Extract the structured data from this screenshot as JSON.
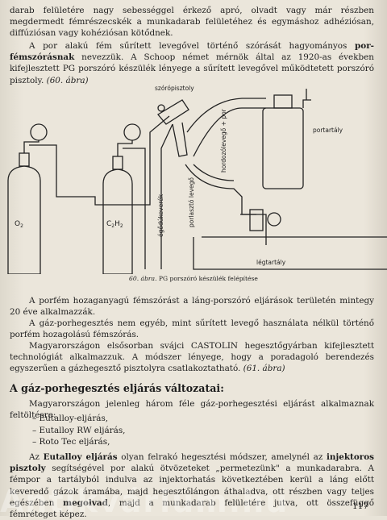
{
  "paragraphs": {
    "p1": "darab felületére nagy sebességgel érkező apró, olvadt vagy már részben megdermedt fémrészecskék a munkadarab felületéhez és egymáshoz adhéziósan, diffúziósan vagy kohéziósan kötődnek.",
    "p2_a": "A por alakú fém sűrített levegővel történő szórását hagyományos ",
    "p2_b": "por-fémszórásnak",
    "p2_c": " nevezzük. A Schoop német mérnök által az 1920-as években kifejlesztett PG porszóró készülék lényege a sűrített levegővel működtetett porszóró pisztoly. ",
    "p2_d": "(60. ábra)",
    "p3": "A porfém hozaganyagú fémszórást a láng-porszóró eljárások területén mintegy 20 éve alkalmazzák.",
    "p4": "A gáz-porhegesztés nem egyéb, mint sűrített levegő használata nélkül történő porfém hozagolású fémszórás.",
    "p5_a": "Magyarországon elsősorban svájci CASTOLIN hegesztőgyárban kifejlesztett technológiát alkalmazzuk. A módszer lényege, hogy a poradagoló berendezés egyszerűen a gázhegesztő pisztolyra csatlakoztatható. ",
    "p5_b": "(61. ábra)",
    "p6": "Magyarországon jelenleg három féle gáz-porhegesztési eljárást alkalmaznak feltöltésre:",
    "p7_a": "Az ",
    "p7_b": "Eutalloy eljárás",
    "p7_c": " olyan felrakó hegesztési módszer, amelynél az ",
    "p7_d": "injektoros pisztoly",
    "p7_e": " segítségével por alakú ötvözeteket „permetezünk\" a munkadarabra. A fémpor a tartályból indulva az injektorhatás következtében kerül a láng előtt keveredő gázok áramába, majd hegesztőlángon áthaladva, ott részben vagy teljes egészében ",
    "p7_f": "megolvad",
    "p7_g": ", majd a munkadarab felületére jutva, ott összefüggő fémréteget képez."
  },
  "heading": "A gáz-porhegesztés eljárás változatai:",
  "list": [
    "– Eutalloy-eljárás,",
    "– Eutalloy RW eljárás,",
    "– Roto Tec eljárás,"
  ],
  "figure": {
    "caption_num": "60. ábra.",
    "caption_text": " PG porszóró készülék felépítése",
    "labels": {
      "gun": "szórópisztoly",
      "carrier": "hordozólevegő + por",
      "tank": "portartály",
      "cutting": "égődúkeverék",
      "feedair": "porlasztó levegő",
      "airtank": "légtartály",
      "o2": "O",
      "o2sub": "2",
      "c2h2": "C",
      "c2h2sub": "2",
      "c2h2h": "H",
      "c2h2hsub": "2"
    }
  },
  "page_number": "117",
  "watermark": "Antikvárium.hu"
}
